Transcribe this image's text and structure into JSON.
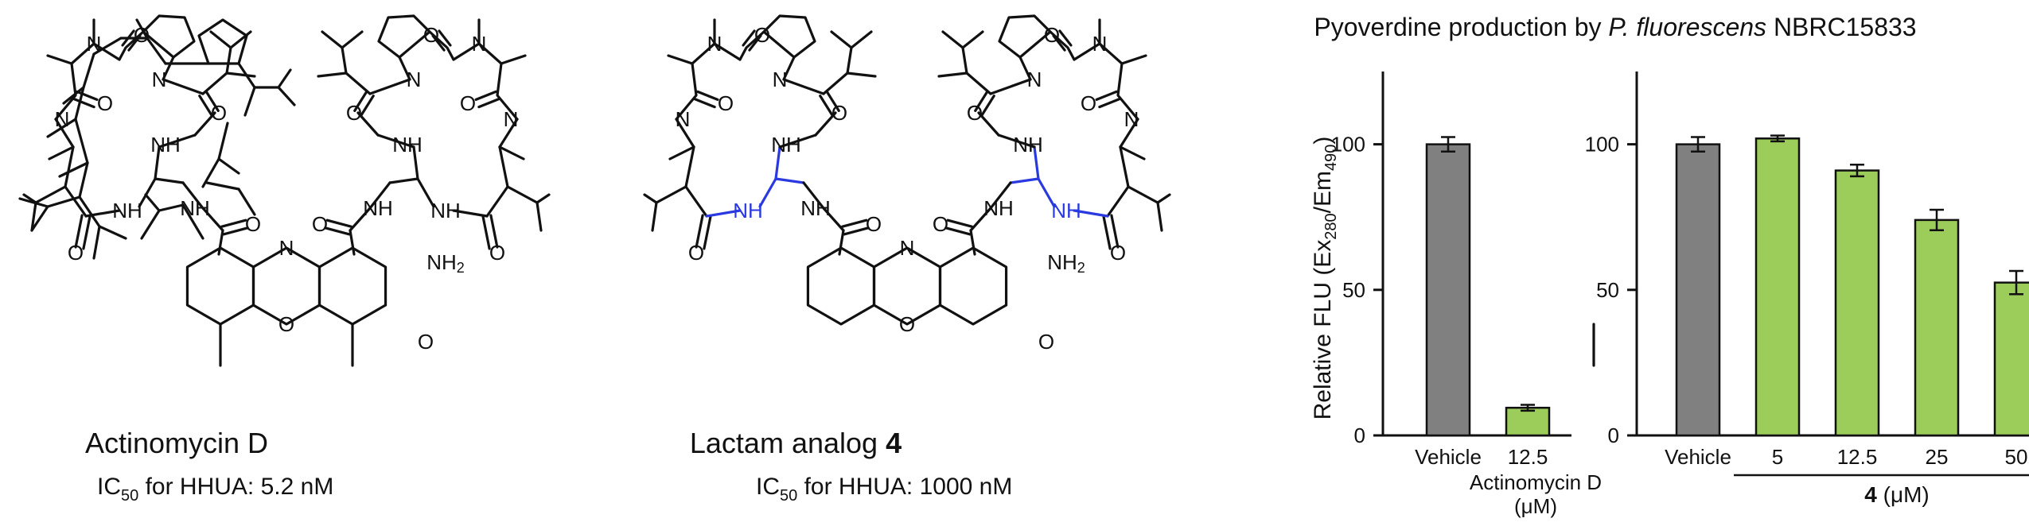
{
  "structures": [
    {
      "name": "Actinomycin D",
      "ic50_prefix": "IC",
      "ic50_sub": "50",
      "ic50_suffix": " for HHUA: 5.2 nM",
      "atom_labels": {
        "nh": "NH",
        "n": "N",
        "o": "O",
        "nh2": "NH",
        "nh2_sub": "2"
      }
    },
    {
      "name_prefix": "Lactam analog ",
      "name_bold": "4",
      "ic50_prefix": "IC",
      "ic50_sub": "50",
      "ic50_suffix": " for HHUA: 1000 nM",
      "highlight_color": "#2a39e0",
      "atom_labels": {
        "nh": "NH",
        "n": "N",
        "o": "O",
        "nh2": "NH",
        "nh2_sub": "2"
      }
    }
  ],
  "chart_data": {
    "type": "bar",
    "title": {
      "prefix": "Pyoverdine production by ",
      "italic": "P. fluorescens",
      "suffix": " NBRC15833"
    },
    "ylabel": {
      "prefix": "Relative FLU (Ex",
      "sub1": "280",
      "mid": "/Em",
      "sub2": "490",
      "suffix": ")"
    },
    "ylim": [
      0,
      125
    ],
    "yticks": [
      0,
      50,
      100
    ],
    "colors": {
      "vehicle": "#808080",
      "treatment": "#9ccc5a",
      "axis": "#111111"
    },
    "panels": [
      {
        "categories": [
          "Vehicle",
          "12.5"
        ],
        "values": [
          100,
          9.5
        ],
        "errors": [
          2.5,
          1.0
        ],
        "group_label": "Actinomycin D",
        "group_unit": "(μM)"
      },
      {
        "categories": [
          "Vehicle",
          "5",
          "12.5",
          "25",
          "50"
        ],
        "values": [
          100,
          102,
          91,
          74,
          52.5
        ],
        "errors": [
          2.5,
          1.0,
          2.0,
          3.5,
          4.0
        ],
        "group_label_bold": "4",
        "group_unit": " (μM)"
      }
    ]
  }
}
